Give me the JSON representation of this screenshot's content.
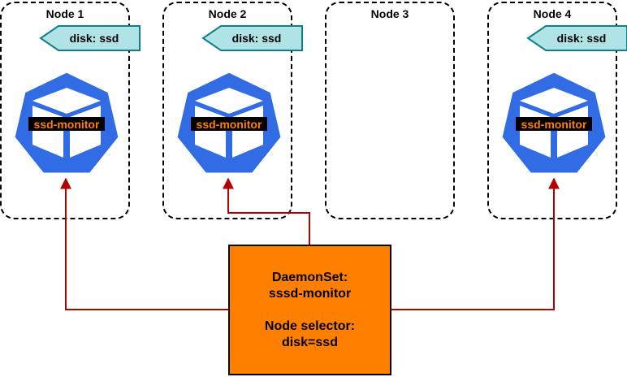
{
  "nodes": [
    {
      "title": "Node 1",
      "label": "disk: ssd",
      "pod": "ssd-monitor"
    },
    {
      "title": "Node 2",
      "label": "disk: ssd",
      "pod": "ssd-monitor"
    },
    {
      "title": "Node 3"
    },
    {
      "title": "Node 4",
      "label": "disk: ssd",
      "pod": "ssd-monitor"
    }
  ],
  "daemonset": {
    "line1": "DaemonSet:",
    "line2": "sssd-monitor",
    "line3": "Node selector:",
    "line4": "disk=ssd"
  },
  "colors": {
    "pod_blue": "#326ce5",
    "label_fill": "#b0e3e6",
    "label_stroke": "#0e8088",
    "daemonset_fill": "#ff8000",
    "arrow_red": "#b20000",
    "pod_text": "#ff8000",
    "pod_text_bg": "#000000"
  },
  "icons": {
    "pod": "kubernetes-pod-icon",
    "label": "label-tag-icon"
  }
}
